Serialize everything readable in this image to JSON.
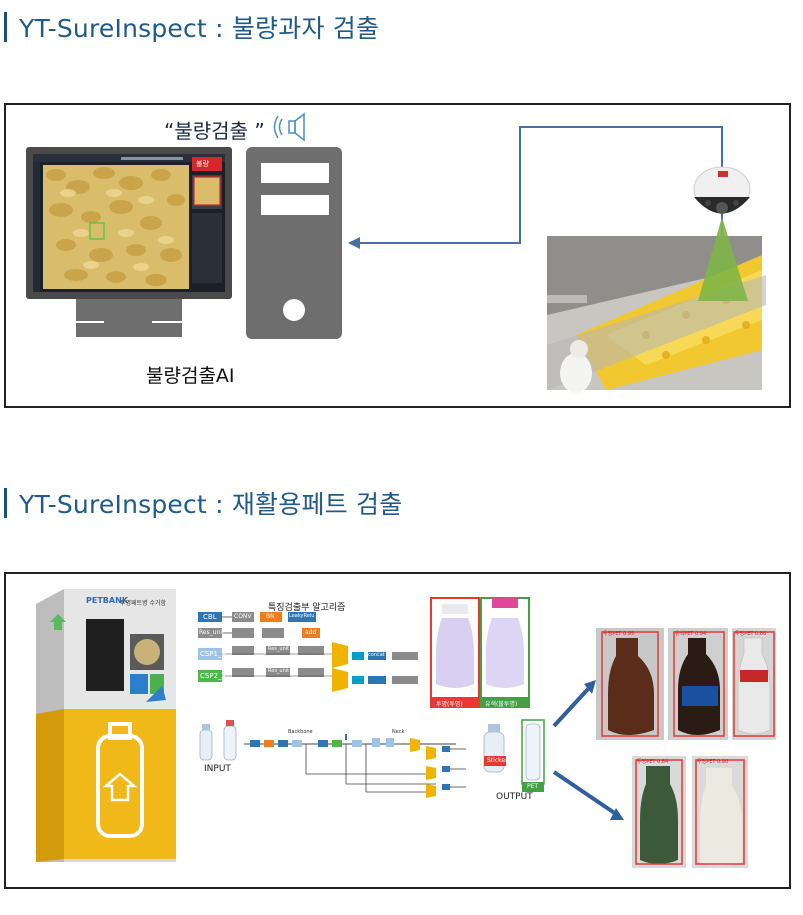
{
  "sections": [
    {
      "title": "YT-SureInspect : 불량과자 검출",
      "speech_text": "“불량검출 ”",
      "monitor_alert_label": "불량",
      "ai_label": "불량검출AI"
    },
    {
      "title": "YT-SureInspect : 재활용페트 검출",
      "machine_brand": "PETBANK",
      "machine_name": "투명페트병 수거함",
      "algo_title": "특징검출부 알고리즘",
      "blocks": [
        "CBL",
        "Res_unit",
        "CSP1_X",
        "CSP2_X"
      ],
      "layer_labels": [
        "CONV",
        "BN",
        "LeakyRelu",
        "add",
        "concat",
        "Res_unit",
        "Res_unit"
      ],
      "input_label": "INPUT",
      "output_label": "OUTPUT",
      "backbone_label": "Backbone",
      "neck_label": "Neck",
      "bottle_bad_label": "투명(투명)",
      "bottle_good_label": "유색(불투명)",
      "sticker_label": "Sticker",
      "pet_label": "PET",
      "detect_labels": [
        "투명PET 0.95",
        "유색PET 0.94",
        "투명PET 0.86",
        "투명PET 0.84",
        "투명PET 0.90"
      ]
    }
  ]
}
